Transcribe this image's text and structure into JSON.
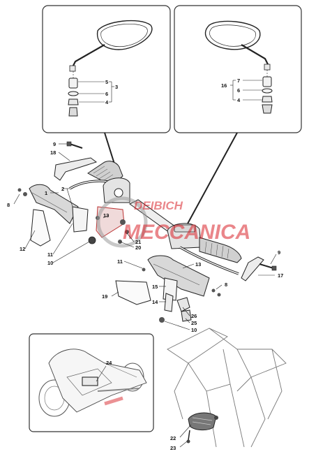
{
  "watermark": {
    "line1": "DEIBICH",
    "line2": "MECCANICA"
  },
  "callouts": {
    "top_left": [
      "5",
      "3",
      "6",
      "4"
    ],
    "top_right": [
      "7",
      "16",
      "6",
      "4"
    ],
    "main": [
      "9",
      "18",
      "8",
      "1",
      "2",
      "13",
      "12",
      "11",
      "10",
      "21",
      "20",
      "9",
      "17",
      "11",
      "13",
      "8",
      "19",
      "15",
      "14",
      "26",
      "25",
      "10"
    ],
    "bottom_left": [
      "24"
    ],
    "bottom_right": [
      "22",
      "23"
    ]
  },
  "colors": {
    "line": "#222222",
    "panel_border": "#333333",
    "part_fill": "#f2f2f2",
    "dark_part": "#555555",
    "watermark_red": "#d8232a",
    "watermark_gray": "#9a9a9a"
  }
}
